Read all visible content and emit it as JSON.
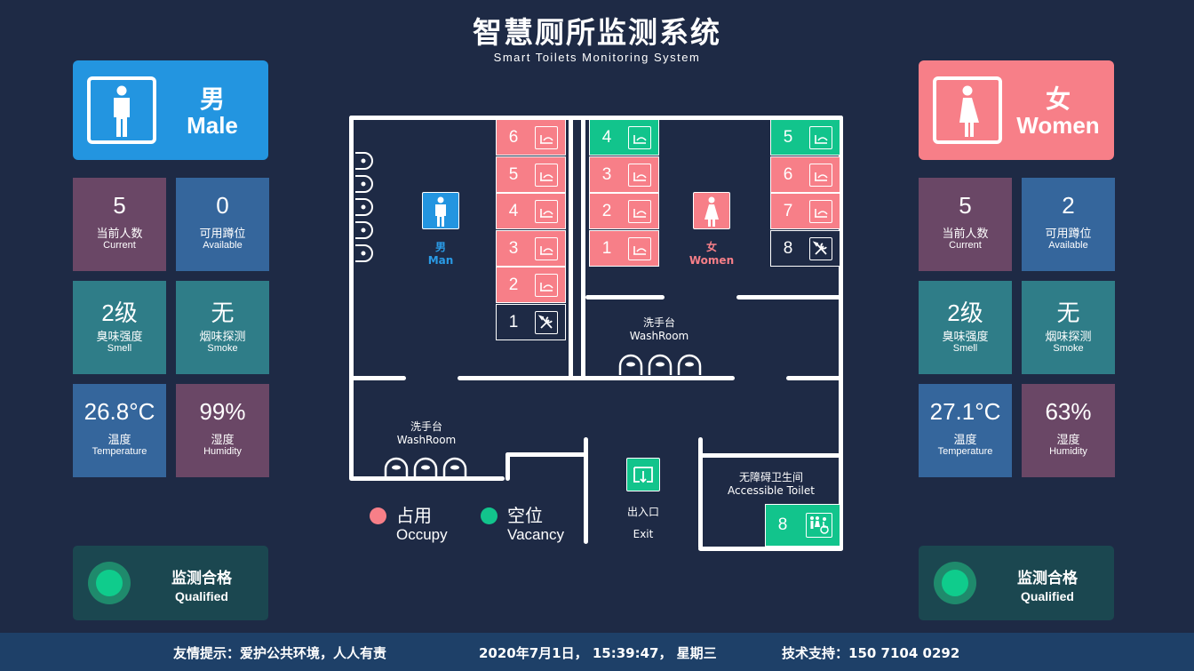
{
  "header": {
    "title": "智慧厕所监测系统",
    "subtitle": "Smart Toilets Monitoring System"
  },
  "colors": {
    "occupied": "#f77f88",
    "vacant": "#12c48c",
    "male": "#2395e0",
    "female": "#f77f88",
    "background": "#1e2a45"
  },
  "male": {
    "zh": "男",
    "en": "Male",
    "icon": "man-icon",
    "stats": {
      "current": {
        "value": "5",
        "zh": "当前人数",
        "en": "Current"
      },
      "available": {
        "value": "0",
        "zh": "可用蹲位",
        "en": "Available"
      },
      "smell": {
        "value": "2级",
        "zh": "臭味强度",
        "en": "Smell"
      },
      "smoke": {
        "value": "无",
        "zh": "烟味探测",
        "en": "Smoke"
      },
      "temperature": {
        "value": "26.8°C",
        "zh": "温度",
        "en": "Temperature"
      },
      "humidity": {
        "value": "99%",
        "zh": "湿度",
        "en": "Humidity"
      }
    },
    "status": {
      "zh": "监测合格",
      "en": "Qualified"
    }
  },
  "female": {
    "zh": "女",
    "en": "Women",
    "icon": "woman-icon",
    "stats": {
      "current": {
        "value": "5",
        "zh": "当前人数",
        "en": "Current"
      },
      "available": {
        "value": "2",
        "zh": "可用蹲位",
        "en": "Available"
      },
      "smell": {
        "value": "2级",
        "zh": "臭味强度",
        "en": "Smell"
      },
      "smoke": {
        "value": "无",
        "zh": "烟味探测",
        "en": "Smoke"
      },
      "temperature": {
        "value": "27.1°C",
        "zh": "温度",
        "en": "Temperature"
      },
      "humidity": {
        "value": "63%",
        "zh": "湿度",
        "en": "Humidity"
      }
    },
    "status": {
      "zh": "监测合格",
      "en": "Qualified"
    }
  },
  "floorplan": {
    "men_label": {
      "zh": "男",
      "en": "Man"
    },
    "women_label": {
      "zh": "女",
      "en": "Women"
    },
    "men_stalls": [
      {
        "num": "6",
        "state": "occupied"
      },
      {
        "num": "5",
        "state": "occupied"
      },
      {
        "num": "4",
        "state": "occupied"
      },
      {
        "num": "3",
        "state": "occupied"
      },
      {
        "num": "2",
        "state": "occupied"
      },
      {
        "num": "1",
        "state": "maintenance"
      }
    ],
    "women_left_stalls": [
      {
        "num": "4",
        "state": "vacant"
      },
      {
        "num": "3",
        "state": "occupied"
      },
      {
        "num": "2",
        "state": "occupied"
      },
      {
        "num": "1",
        "state": "occupied"
      }
    ],
    "women_right_stalls": [
      {
        "num": "5",
        "state": "vacant"
      },
      {
        "num": "6",
        "state": "occupied"
      },
      {
        "num": "7",
        "state": "occupied"
      },
      {
        "num": "8",
        "state": "maintenance"
      }
    ],
    "washroom_women": {
      "zh": "洗手台",
      "en": "WashRoom"
    },
    "washroom_men": {
      "zh": "洗手台",
      "en": "WashRoom"
    },
    "exit": {
      "zh": "出入口",
      "en": "Exit"
    },
    "accessible": {
      "zh": "无障碍卫生间",
      "en": "Accessible Toilet",
      "num": "8",
      "state": "vacant"
    }
  },
  "legend": {
    "occupy": {
      "zh": "占用",
      "en": "Occupy"
    },
    "vacancy": {
      "zh": "空位",
      "en": "Vacancy"
    }
  },
  "footer": {
    "tip": "友情提示：爱护公共环境，人人有责",
    "datetime": "2020年7月1日， 15:39:47， 星期三",
    "support": "技术支持：150 7104 0292"
  }
}
